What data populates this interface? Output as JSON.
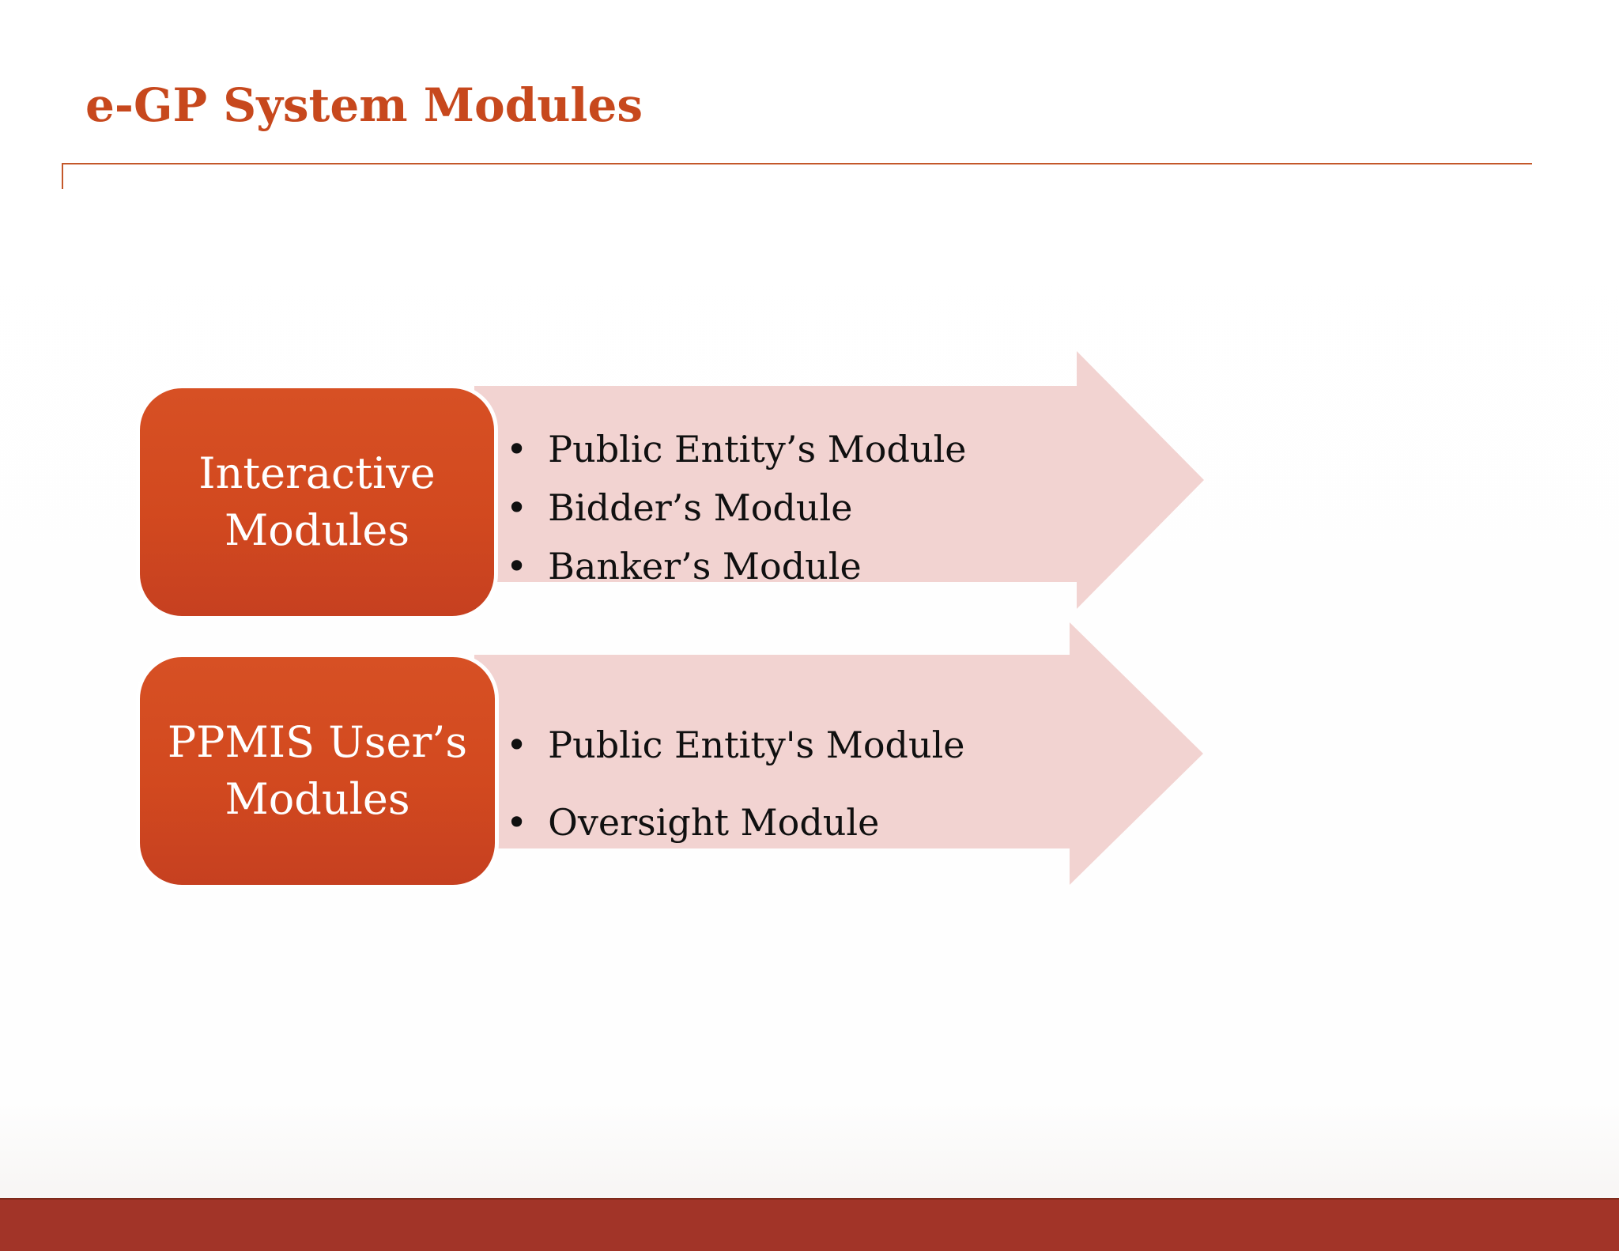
{
  "slide": {
    "title": "e-GP System Modules",
    "bullet_char": "•",
    "colors": {
      "accent": "#C7481D",
      "rule": "#C4582A",
      "shape_fill": "#D2491F",
      "shape_text": "#FFFFFF",
      "arrow_fill": "#F2D3D1",
      "bullet_text": "#101010",
      "footer_bar": "#A23428"
    },
    "groups": [
      {
        "label": "Interactive Modules",
        "bullets": [
          "Public Entity’s Module",
          "Bidder’s Module",
          "Banker’s Module"
        ]
      },
      {
        "label": "PPMIS User’s Modules",
        "bullets": [
          "Public Entity's Module",
          "Oversight Module"
        ]
      }
    ]
  }
}
